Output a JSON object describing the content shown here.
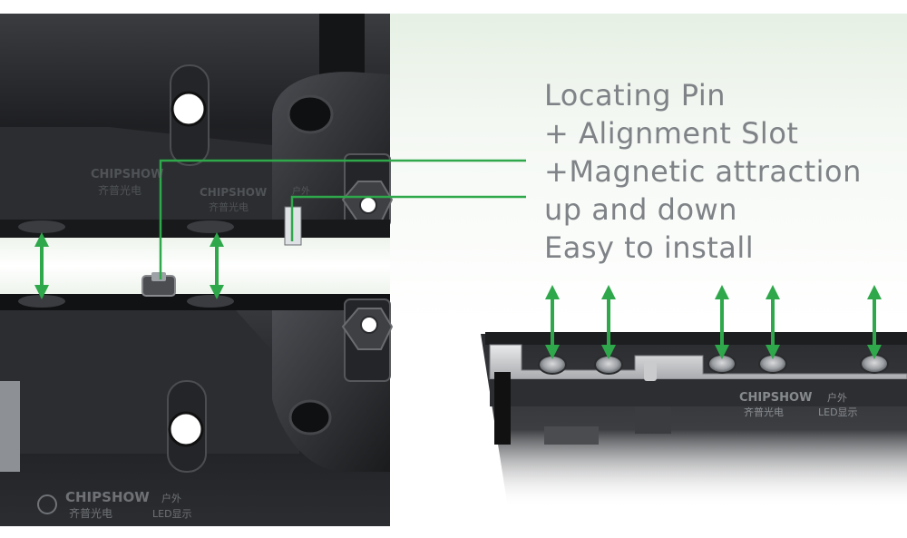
{
  "features": [
    "Locating Pin",
    "+ Alignment Slot",
    "+Magnetic attraction",
    "up and down",
    "Easy to install"
  ],
  "watermarks": {
    "brand": "CHIPSHOW",
    "brand_cn": "齐普光电",
    "outdoor_cn": "户外",
    "led_display_cn": "LED显示"
  },
  "colors": {
    "accent_green": "#2ea84a",
    "text_gray": "#7f8286",
    "metal_dark": "#1c1d1f"
  }
}
